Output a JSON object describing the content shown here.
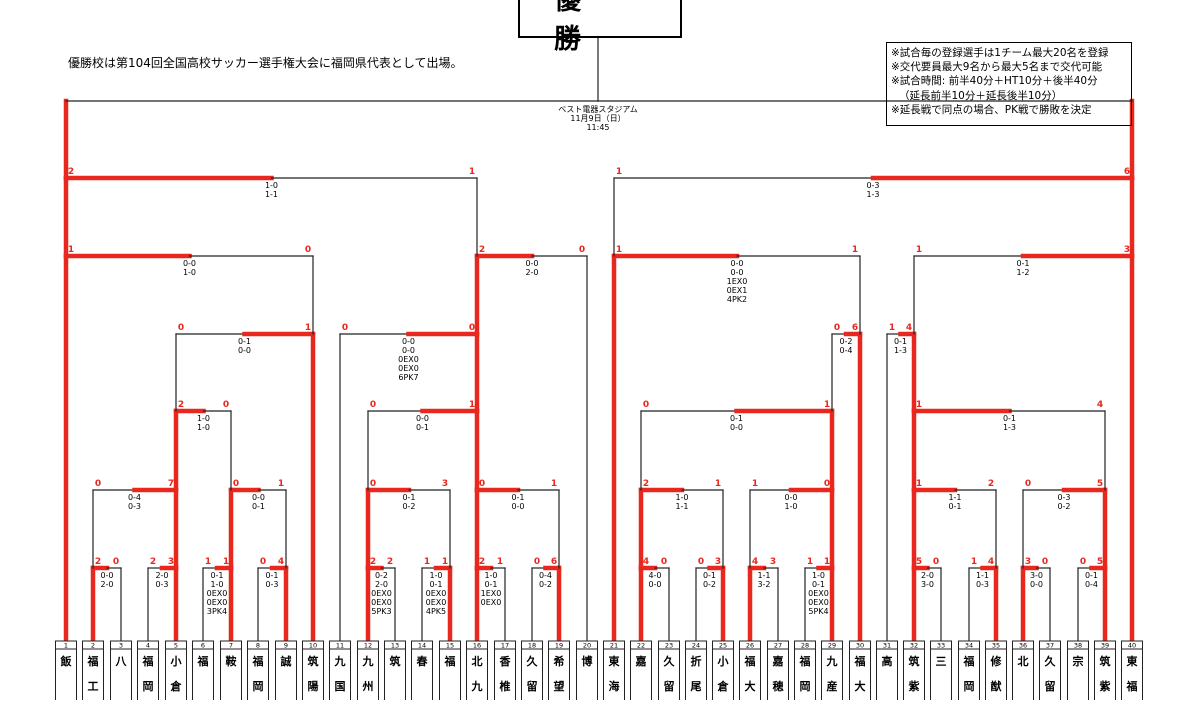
{
  "header": {
    "title": "優　勝",
    "note": "優勝校は第104回全国高校サッカー選手権大会に福岡県代表として出場。",
    "rules": [
      "※試合毎の登録選手は1チーム最大20名を登録",
      "※交代要員最大9名から最大5名まで交代可能",
      "※試合時間: 前半40分＋HT10分＋後半40分",
      "（延長前半10分＋延長後半10分）",
      "※延長戦で同点の場合、PK戦で勝敗を決定"
    ]
  },
  "final_info": [
    "ベスト電器スタジアム",
    "11月9日（日）",
    "11:45"
  ],
  "teams": [
    {
      "no": "1",
      "name": "飯"
    },
    {
      "no": "2",
      "name": "福工大"
    },
    {
      "no": "3",
      "name": "八"
    },
    {
      "no": "4",
      "name": "福岡講"
    },
    {
      "no": "5",
      "name": "小倉"
    },
    {
      "no": "6",
      "name": "福"
    },
    {
      "no": "7",
      "name": "鞍"
    },
    {
      "no": "8",
      "name": "福岡"
    },
    {
      "no": "9",
      "name": "誠"
    },
    {
      "no": "10",
      "name": "筑陽"
    },
    {
      "no": "11",
      "name": "九国"
    },
    {
      "no": "12",
      "name": "九州"
    },
    {
      "no": "13",
      "name": "筑"
    },
    {
      "no": "14",
      "name": "春"
    },
    {
      "no": "15",
      "name": "福"
    },
    {
      "no": "16",
      "name": "北九"
    },
    {
      "no": "17",
      "name": "香椎"
    },
    {
      "no": "18",
      "name": "久留米"
    },
    {
      "no": "19",
      "name": "希望"
    },
    {
      "no": "20",
      "name": "博"
    },
    {
      "no": "21",
      "name": "東海大"
    },
    {
      "no": "22",
      "name": "嘉"
    },
    {
      "no": "23",
      "name": "久留"
    },
    {
      "no": "24",
      "name": "折尾"
    },
    {
      "no": "25",
      "name": "小倉"
    },
    {
      "no": "26",
      "name": "福大"
    },
    {
      "no": "27",
      "name": "嘉穂"
    },
    {
      "no": "28",
      "name": "福岡"
    },
    {
      "no": "29",
      "name": "九産大"
    },
    {
      "no": "30",
      "name": "福大"
    },
    {
      "no": "31",
      "name": "高"
    },
    {
      "no": "32",
      "name": "筑紫"
    },
    {
      "no": "33",
      "name": "三"
    },
    {
      "no": "34",
      "name": "福岡"
    },
    {
      "no": "35",
      "name": "修猷"
    },
    {
      "no": "36",
      "name": "北"
    },
    {
      "no": "37",
      "name": "久留米"
    },
    {
      "no": "38",
      "name": "宗"
    },
    {
      "no": "39",
      "name": "筑紫"
    },
    {
      "no": "40",
      "name": "東福"
    }
  ],
  "matches": [
    {
      "id": "r1a",
      "gl": "2",
      "gr": "0",
      "info": [
        "0-0",
        "2-0"
      ]
    },
    {
      "id": "r1b",
      "gl": "2",
      "gr": "3",
      "info": [
        "2-0",
        "0-3"
      ]
    },
    {
      "id": "r1c",
      "gl": "1",
      "gr": "1",
      "info": [
        "0-1",
        "1-0",
        "0EX0",
        "0EX0",
        "3PK4"
      ]
    },
    {
      "id": "r1d",
      "gl": "0",
      "gr": "4",
      "info": [
        "0-1",
        "0-3"
      ]
    },
    {
      "id": "r1e",
      "gl": "2",
      "gr": "2",
      "info": [
        "0-2",
        "2-0",
        "0EX0",
        "0EX0",
        "5PK3"
      ]
    },
    {
      "id": "r1f",
      "gl": "1",
      "gr": "1",
      "info": [
        "1-0",
        "0-1",
        "0EX0",
        "0EX0",
        "4PK5"
      ]
    },
    {
      "id": "r1g",
      "gl": "2",
      "gr": "1",
      "info": [
        "1-0",
        "0-1",
        "1EX0",
        "0EX0"
      ]
    },
    {
      "id": "r1h",
      "gl": "0",
      "gr": "6",
      "info": [
        "0-4",
        "0-2"
      ]
    },
    {
      "id": "r1i",
      "gl": "4",
      "gr": "0",
      "info": [
        "4-0",
        "0-0"
      ]
    },
    {
      "id": "r1j",
      "gl": "0",
      "gr": "3",
      "info": [
        "0-1",
        "0-2"
      ]
    },
    {
      "id": "r1k",
      "gl": "4",
      "gr": "3",
      "info": [
        "1-1",
        "3-2"
      ]
    },
    {
      "id": "r1l",
      "gl": "1",
      "gr": "1",
      "info": [
        "1-0",
        "0-1",
        "0EX0",
        "0EX0",
        "5PK4"
      ]
    },
    {
      "id": "r1m",
      "gl": "5",
      "gr": "0",
      "info": [
        "2-0",
        "3-0"
      ]
    },
    {
      "id": "r1n",
      "gl": "1",
      "gr": "4",
      "info": [
        "1-1",
        "0-3"
      ]
    },
    {
      "id": "r1o",
      "gl": "3",
      "gr": "0",
      "info": [
        "3-0",
        "0-0"
      ]
    },
    {
      "id": "r1p",
      "gl": "0",
      "gr": "5",
      "info": [
        "0-1",
        "0-4"
      ]
    },
    {
      "id": "r2a",
      "gl": "0",
      "gr": "7",
      "info": [
        "0-4",
        "0-3"
      ]
    },
    {
      "id": "r2b",
      "gl": "0",
      "gr": "1",
      "info": [
        "0-0",
        "0-1"
      ]
    },
    {
      "id": "r2c",
      "gl": "0",
      "gr": "3",
      "info": [
        "0-1",
        "0-2"
      ]
    },
    {
      "id": "r2d",
      "gl": "0",
      "gr": "1",
      "info": [
        "0-1",
        "0-0"
      ]
    },
    {
      "id": "r2e",
      "gl": "2",
      "gr": "1",
      "info": [
        "1-0",
        "1-1"
      ]
    },
    {
      "id": "r2f",
      "gl": "1",
      "gr": "0",
      "info": [
        "0-0",
        "1-0"
      ]
    },
    {
      "id": "r2g",
      "gl": "1",
      "gr": "2",
      "info": [
        "1-1",
        "0-1"
      ]
    },
    {
      "id": "r2h",
      "gl": "0",
      "gr": "5",
      "info": [
        "0-3",
        "0-2"
      ]
    },
    {
      "id": "r3a",
      "gl": "2",
      "gr": "0",
      "info": [
        "1-0",
        "1-0"
      ]
    },
    {
      "id": "r3b",
      "gl": "0",
      "gr": "1",
      "info": [
        "0-0",
        "0-1"
      ]
    },
    {
      "id": "r3c",
      "gl": "0",
      "gr": "1",
      "info": [
        "0-1",
        "0-0"
      ]
    },
    {
      "id": "r3d",
      "gl": "1",
      "gr": "4",
      "info": [
        "0-1",
        "1-3"
      ]
    },
    {
      "id": "r4a",
      "gl": "0",
      "gr": "1",
      "info": [
        "0-1",
        "0-0"
      ]
    },
    {
      "id": "r4b",
      "gl": "0",
      "gr": "0",
      "info": [
        "0-0",
        "0-0",
        "0EX0",
        "0EX0",
        "6PK7"
      ]
    },
    {
      "id": "r4c",
      "gl": "0",
      "gr": "6",
      "info": [
        "0-2",
        "0-4"
      ]
    },
    {
      "id": "r4d",
      "gl": "1",
      "gr": "4",
      "info": [
        "0-1",
        "1-3"
      ]
    },
    {
      "id": "qf1",
      "gl": "1",
      "gr": "0",
      "info": [
        "0-0",
        "1-0"
      ]
    },
    {
      "id": "qf2",
      "gl": "2",
      "gr": "0",
      "info": [
        "0-0",
        "2-0"
      ]
    },
    {
      "id": "qf3",
      "gl": "1",
      "gr": "1",
      "info": [
        "0-0",
        "0-0",
        "1EX0",
        "0EX1",
        "4PK2"
      ]
    },
    {
      "id": "qf4",
      "gl": "1",
      "gr": "3",
      "info": [
        "0-1",
        "1-2"
      ]
    },
    {
      "id": "sf1",
      "gl": "2",
      "gr": "1",
      "info": [
        "1-0",
        "1-1"
      ]
    },
    {
      "id": "sf2",
      "gl": "1",
      "gr": "6",
      "info": [
        "0-3",
        "1-3"
      ]
    }
  ]
}
